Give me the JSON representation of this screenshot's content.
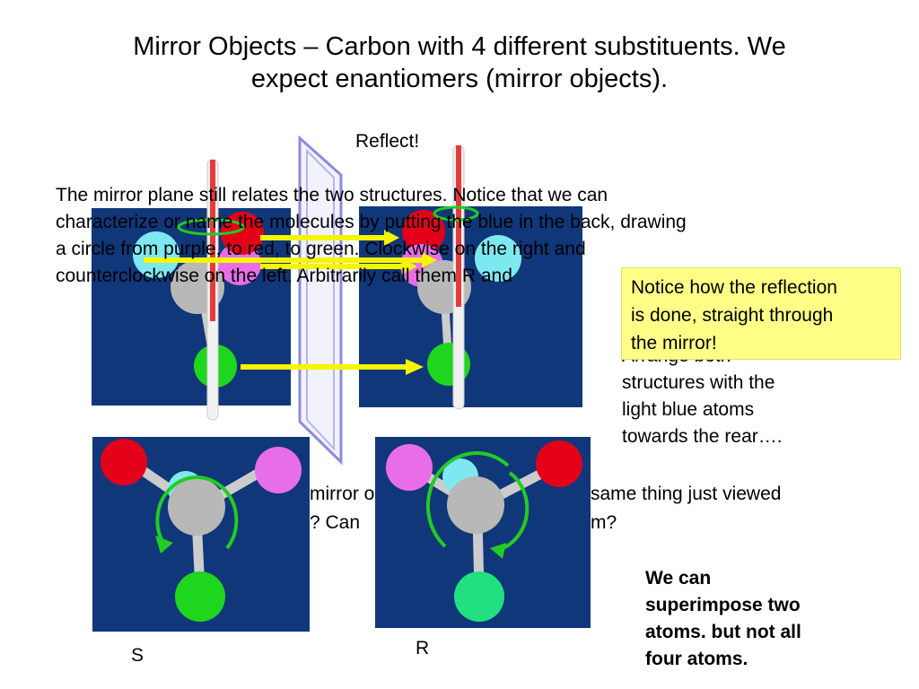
{
  "slide": {
    "title_line1": "Mirror Objects – Carbon with 4 different substituents.  We",
    "title_line2": "expect enantiomers (mirror objects).",
    "reflect_label": "Reflect!",
    "paragraph_lines": [
      "The mirror plane still relates the two structures. Notice that we can",
      "characterize or name the molecules by putting the blue in the back, drawing",
      "a circle from purple, to red, to green.  Clockwise on the right and",
      "counterclockwise on the left.  Arbitrarily call them R and"
    ],
    "callout_lines": [
      "Notice how the reflection",
      "is done, straight through",
      "the mirror!"
    ],
    "arrange_lines": [
      "Arrange both",
      "structures with the",
      "light blue atoms",
      "towards the rear…."
    ],
    "question_line1_left": "mirror o",
    "question_line1_right": "same thing just viewed",
    "question_line2_left": "?  Can",
    "question_line2_right": "m?",
    "conclusion_lines": [
      "We can",
      "superimpose two",
      "atoms. but not all",
      "four atoms."
    ],
    "label_s": "S",
    "label_r": "R"
  },
  "colors": {
    "panel_bg": "#10377a",
    "atom_red": "#e5001a",
    "atom_purple": "#e86ee8",
    "atom_cyan": "#7ee8f0",
    "atom_gray": "#b8b8b8",
    "atom_green": "#1ed61e",
    "atom_teal": "#20e080",
    "arrow_yellow": "#f5f500",
    "rotation_green": "#22cc22",
    "callout_bg": "#ffff88"
  }
}
